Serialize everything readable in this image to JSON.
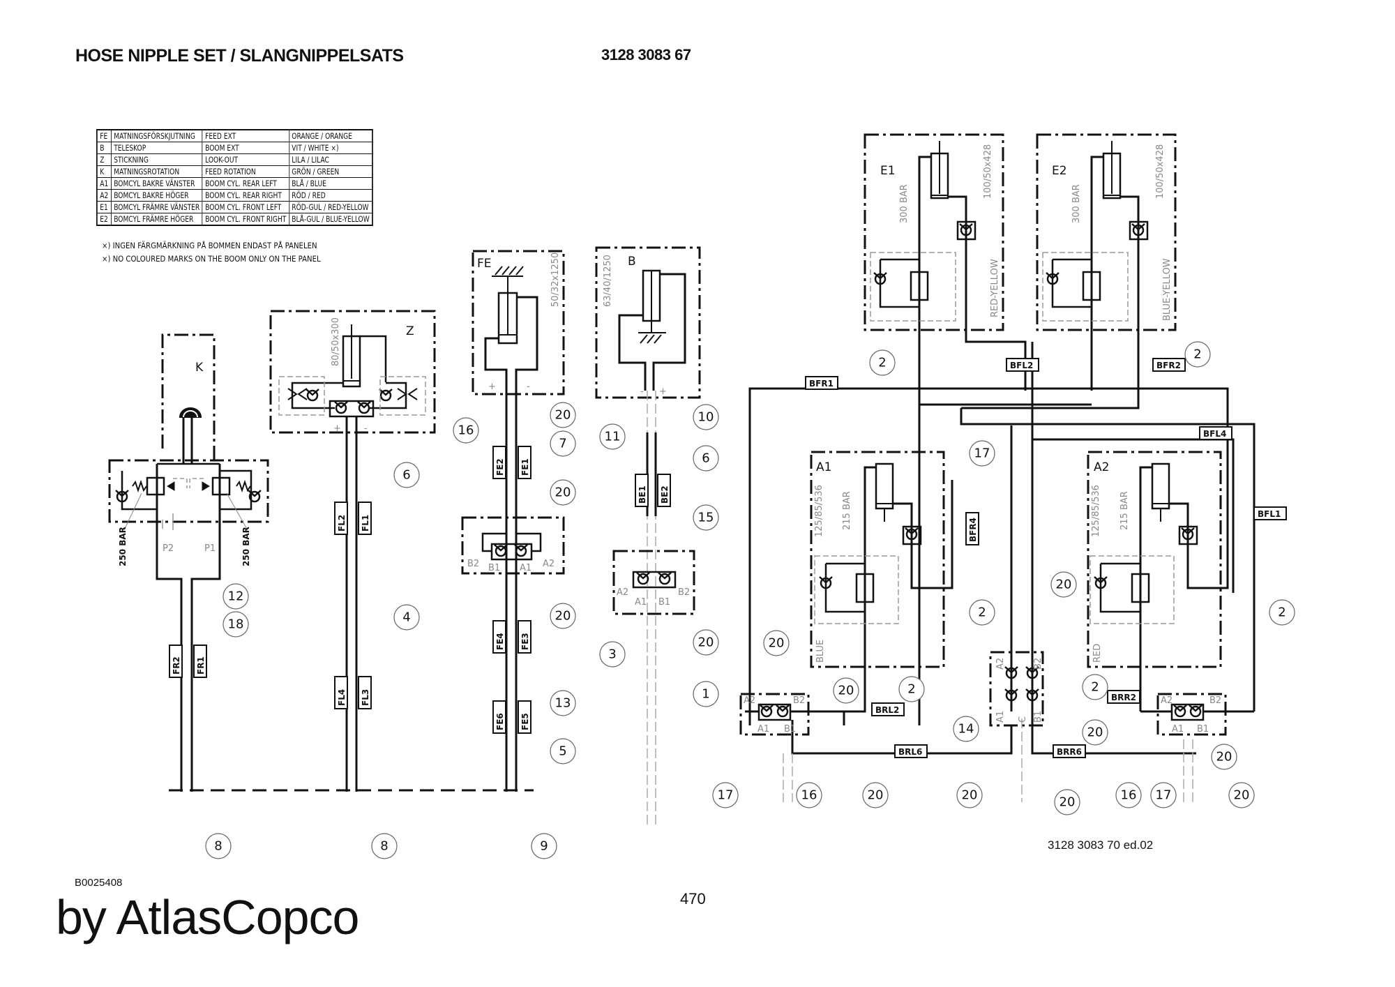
{
  "header": {
    "title": "HOSE NIPPLE SET / SLANGNIPPELSATS",
    "part_number": "3128 3083 67"
  },
  "legend": {
    "rows": [
      {
        "code": "FE",
        "swedish": "MATNINGSFÖRSKJUTNING",
        "english": "FEED EXT",
        "color": "ORANGE / ORANGE"
      },
      {
        "code": "B",
        "swedish": "TELESKOP",
        "english": "BOOM EXT",
        "color": "VIT / WHITE ×)"
      },
      {
        "code": "Z",
        "swedish": "STICKNING",
        "english": "LOOK-OUT",
        "color": "LILA / LILAC"
      },
      {
        "code": "K",
        "swedish": "MATNINGSROTATION",
        "english": "FEED ROTATION",
        "color": "GRÖN / GREEN"
      },
      {
        "code": "A1",
        "swedish": "BOMCYL BAKRE VÄNSTER",
        "english": "BOOM CYL. REAR LEFT",
        "color": "BLÅ / BLUE"
      },
      {
        "code": "A2",
        "swedish": "BOMCYL BAKRE HÖGER",
        "english": "BOOM CYL. REAR RIGHT",
        "color": "RÖD / RED"
      },
      {
        "code": "E1",
        "swedish": "BOMCYL FRÄMRE VÄNSTER",
        "english": "BOOM CYL. FRONT LEFT",
        "color": "RÖD-GUL / RED-YELLOW"
      },
      {
        "code": "E2",
        "swedish": "BOMCYL FRÄMRE HÖGER",
        "english": "BOOM CYL. FRONT RIGHT",
        "color": "BLÅ-GUL / BLUE-YELLOW"
      }
    ],
    "note_sv": "×) INGEN FÄRGMÄRKNING PÅ BOMMEN ENDAST PÅ PANELEN",
    "note_en": "×) NO COLOURED MARKS ON THE BOOM ONLY ON THE PANEL"
  },
  "circuits": {
    "K": {
      "label": "K",
      "pressure_left": "250 BAR",
      "pressure_right": "250 BAR",
      "port_left": "P2",
      "port_right": "P1",
      "hoses": [
        "FR2",
        "FR1"
      ]
    },
    "Z": {
      "label": "Z",
      "cylinder": "80/50x300",
      "plus": "+",
      "minus": "-",
      "hoses": [
        "FL2",
        "FL1",
        "FL4",
        "FL3"
      ]
    },
    "FE": {
      "label": "FE",
      "cylinder": "50/32x1250",
      "plus": "+",
      "minus": "-",
      "ports": [
        "B2",
        "B1",
        "A1",
        "A2"
      ],
      "hoses": [
        "FE2",
        "FE1",
        "FE4",
        "FE3",
        "FE6",
        "FE5"
      ]
    },
    "B": {
      "label": "B",
      "cylinder": "63/40/1250",
      "plus": "+",
      "minus": "-",
      "ports": [
        "A2",
        "A1",
        "B1",
        "B2"
      ],
      "hoses": [
        "BE1",
        "BE2"
      ]
    },
    "E1": {
      "label": "E1",
      "cylinder": "100/50x428",
      "pressure": "300 BAR",
      "color": "RED-YELLOW"
    },
    "E2": {
      "label": "E2",
      "cylinder": "100/50x428",
      "pressure": "300 BAR",
      "color": "BLUE-YELLOW"
    },
    "A1": {
      "label": "A1",
      "cylinder": "125/85/536",
      "pressure": "215 BAR",
      "color": "BLUE"
    },
    "A2": {
      "label": "A2",
      "cylinder": "125/85/536",
      "pressure": "215 BAR",
      "color": "RED"
    },
    "valve_left": {
      "ports": [
        "A2",
        "B2",
        "A1",
        "B1"
      ]
    },
    "valve_mid": {
      "ports": [
        "A2",
        "B2",
        "A1",
        "C",
        "B1"
      ]
    },
    "valve_right": {
      "ports": [
        "A2",
        "B2",
        "A1",
        "B1"
      ]
    }
  },
  "hose_tags": {
    "BFR1": "BFR1",
    "BFL2": "BFL2",
    "BFR2": "BFR2",
    "BFL4": "BFL4",
    "BFR4": "BFR4",
    "BFL1": "BFL1",
    "BRL2": "BRL2",
    "BRR2": "BRR2",
    "BRL6": "BRL6",
    "BRR6": "BRR6"
  },
  "balloons": [
    "12",
    "18",
    "8",
    "6",
    "4",
    "8",
    "16",
    "20",
    "7",
    "20",
    "20",
    "13",
    "5",
    "9",
    "10",
    "11",
    "6",
    "15",
    "20",
    "3",
    "1",
    "2",
    "2",
    "17",
    "2",
    "2",
    "20",
    "20",
    "2",
    "20",
    "20",
    "14",
    "20",
    "2",
    "20",
    "20",
    "17",
    "16",
    "20",
    "16",
    "17",
    "20"
  ],
  "footer": {
    "drawing_number": "3128 3083 70 ed.02",
    "ref_code": "B0025408",
    "page": "470",
    "brand": "by AtlasCopco"
  }
}
